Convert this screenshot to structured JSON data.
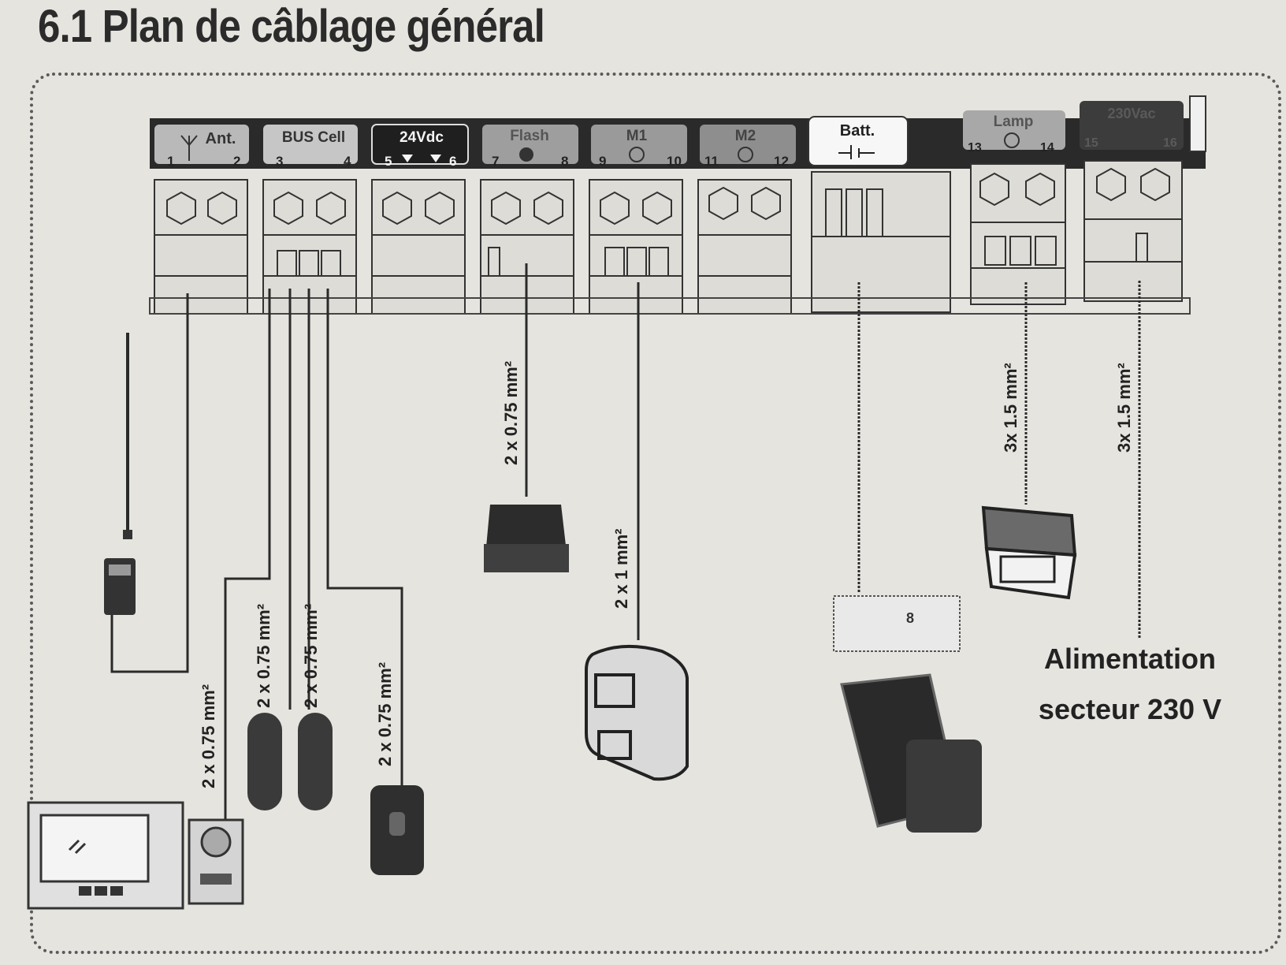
{
  "title": "6.1 Plan de câblage général",
  "terminals": [
    {
      "name": "Ant.",
      "pins": [
        "1",
        "2"
      ]
    },
    {
      "name": "BUS Cell",
      "pins": [
        "3",
        "4"
      ]
    },
    {
      "name": "24Vdc",
      "pins": [
        "5",
        "6"
      ]
    },
    {
      "name": "Flash",
      "pins": [
        "7",
        "8"
      ]
    },
    {
      "name": "M1",
      "pins": [
        "9",
        "10"
      ]
    },
    {
      "name": "M2",
      "pins": [
        "11",
        "12"
      ]
    },
    {
      "name": "Batt.",
      "pins": []
    },
    {
      "name": "Lamp",
      "pins": [
        "13",
        "14"
      ]
    },
    {
      "name": "230Vac",
      "pins": [
        "15",
        "16"
      ]
    }
  ],
  "cables": {
    "intercom": "2 x 0.75 mm²",
    "photocell_1": "2 x 0.75 mm²",
    "photocell_2": "2 x 0.75 mm²",
    "keypad": "2 x 0.75 mm²",
    "flash": "2 x 0.75 mm²",
    "motor": "2 x 1 mm²",
    "lamp": "3x 1.5 mm²",
    "mains": "3x 1.5 mm²"
  },
  "supply_label": [
    "Alimentation",
    "secteur 230 V"
  ],
  "solar_box_label": "8"
}
